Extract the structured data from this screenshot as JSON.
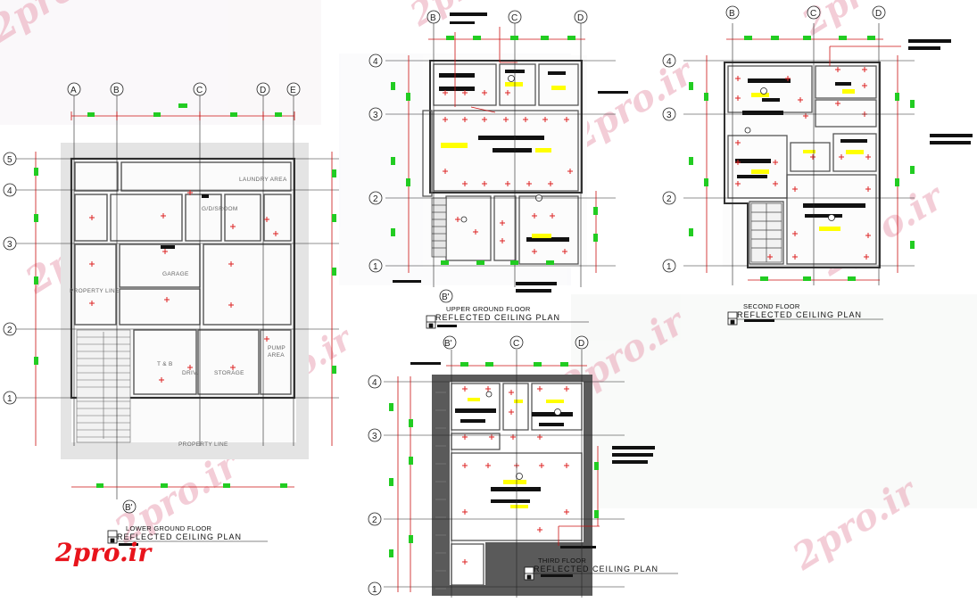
{
  "watermark": {
    "text": "2pro.ir",
    "color": "#e9a5b6"
  },
  "logo": {
    "text": "2pro.ir",
    "color": "#e8141c"
  },
  "colors": {
    "wall": "#333333",
    "dim": "#cc1111",
    "tag": "#22cc22",
    "grid": "#222222",
    "fixture": "#ffff00",
    "notes": "#111111",
    "note_red": "#dd2222"
  },
  "plans": {
    "lower": {
      "title_line1": "LOWER GROUND FLOOR",
      "title_line2": "REFLECTED CEILING PLAN",
      "grid_cols": [
        "A",
        "B",
        "C",
        "D",
        "E"
      ],
      "grid_rows": [
        "5",
        "4",
        "3",
        "2",
        "1"
      ],
      "grid_bottom": "B'",
      "rooms": {
        "laundry": "LAUNDRY AREA",
        "guestroom": "G/D/SROOM",
        "garage": "GARAGE",
        "storage": "STORAGE",
        "pump": "PUMP",
        "pump2": "AREA",
        "tb": "T & B",
        "driv": "DRIV.",
        "property1": "PROPERTY LINE",
        "property2": "PROPERTY LINE"
      }
    },
    "upper": {
      "title_line1": "UPPER GROUND FLOOR",
      "title_line2": "REFLECTED CEILING PLAN",
      "grid_cols": [
        "B",
        "C",
        "D"
      ],
      "grid_rows": [
        "4",
        "3",
        "2",
        "1"
      ],
      "grid_bottom": "B'"
    },
    "second": {
      "title_line1": "SECOND FLOOR",
      "title_line2": "REFLECTED CEILING PLAN",
      "grid_cols": [
        "B",
        "C",
        "D"
      ],
      "grid_rows": [
        "4",
        "3",
        "2",
        "1"
      ]
    },
    "third": {
      "title_line1": "THIRD FLOOR",
      "title_line2": "REFLECTED CEILING PLAN",
      "grid_cols": [
        "B'",
        "C",
        "D"
      ],
      "grid_rows": [
        "4",
        "3",
        "2",
        "1"
      ]
    }
  }
}
